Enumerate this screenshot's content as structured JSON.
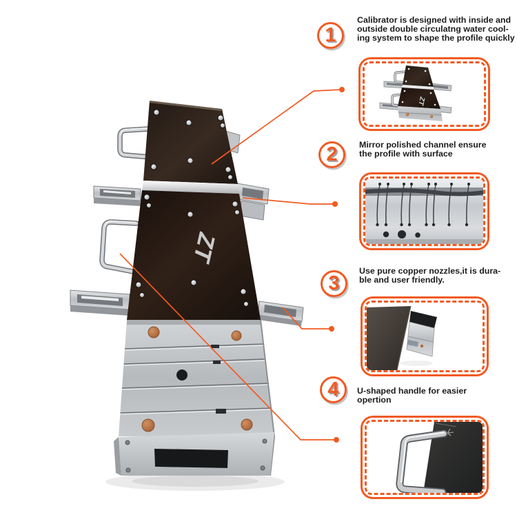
{
  "page": {
    "background": "#ffffff",
    "accent_color": "#f15a22",
    "text_color": "#1c1c1c"
  },
  "product": {
    "name": "extrusion-calibrator-mold-photo",
    "logo": "ZT",
    "copper_insert_color": "#b06a3f",
    "plate_color": "#2a201a",
    "steel_color": "#c3c6c9"
  },
  "callouts": [
    {
      "number": "1",
      "text": "Calibrator is designed with inside and\noutside double circulatng water cool-\ning system to shape the profile quickly",
      "image": "calibrator-top-view-photo"
    },
    {
      "number": "2",
      "text": "Mirror polished channel ensure\nthe profile with surface",
      "image": "mirror-polished-channel-photo"
    },
    {
      "number": "3",
      "text": "Use pure copper nozzles,it is dura-\nble and user friendly.",
      "image": "copper-nozzle-photo"
    },
    {
      "number": "4",
      "text": "U-shaped handle for easier\nopertion",
      "image": "u-shaped-handle-photo"
    }
  ]
}
